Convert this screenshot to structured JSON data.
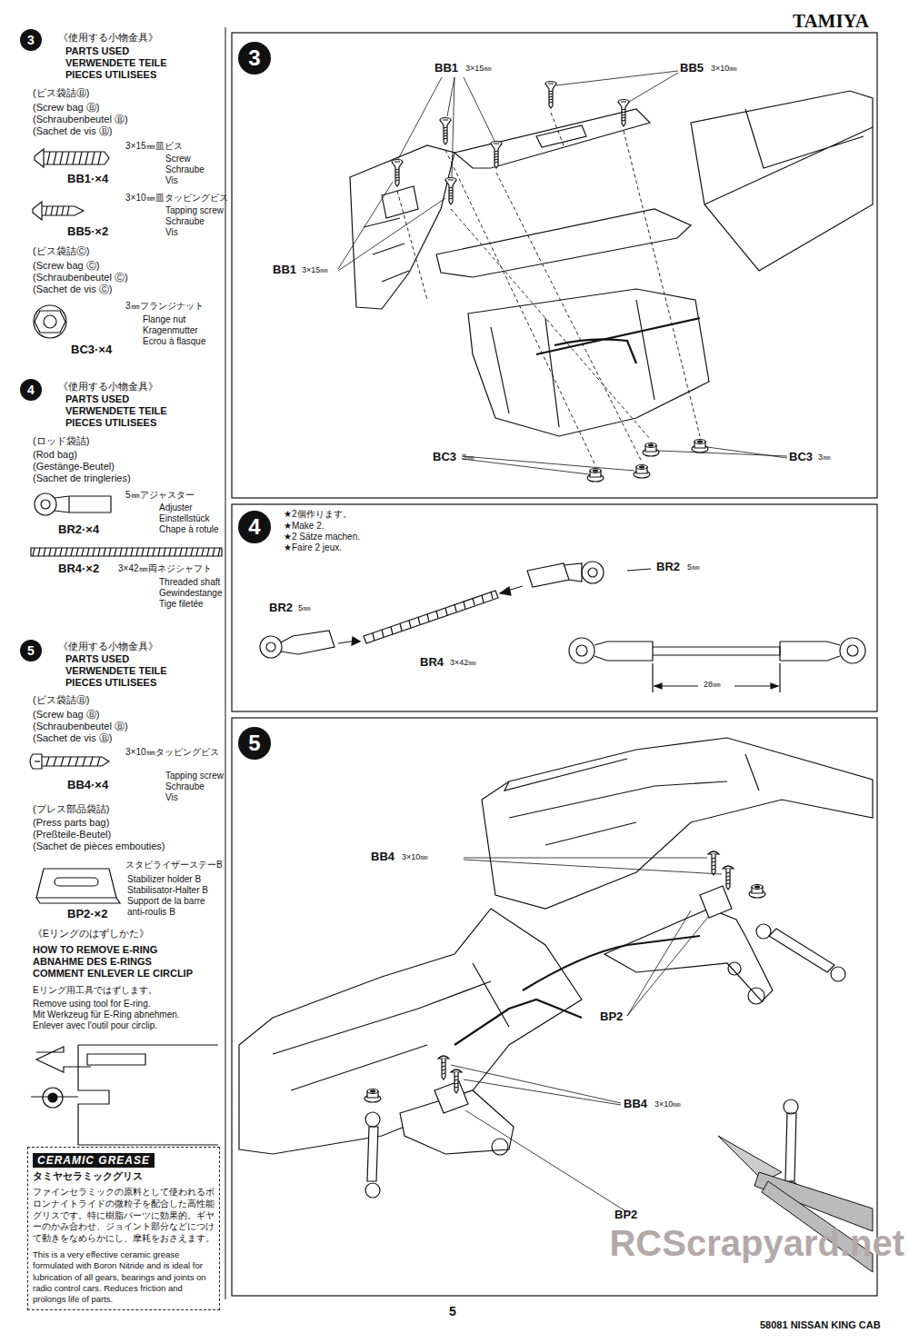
{
  "diagram": {
    "nodes": [
      {
        "text": [
          "3"
        ]
      },
      {
        "text": [
          "4"
        ]
      },
      {
        "text": [
          "5"
        ]
      },
      {
        "text": [
          "3"
        ]
      },
      {
        "text": [
          "4"
        ]
      },
      {
        "text": [
          "5"
        ]
      },
      {
        "text": [
          "CERAMIC GREASE",
          "タミヤセラミックグリス",
          "ファインセラミックの原料として使われるボロンナイトライドの微粒子を配合した高性能グリスです。特に樹脂パーツに効果的。ギヤーのかみ合わせ、ジョイント部分などにつけて動きをなめらかにし、摩耗をおさえます。",
          "This is a very effective ceramic grease formulated with Boron Nitride and is ideal for lubrication of all gears, bearings and joints on radio control cars. Reduces friction and prolongs life of parts."
        ]
      }
    ],
    "labels": [
      "TAMIYA",
      "《使用する小物金具》",
      "PARTS USED",
      "VERWENDETE TEILE",
      "PIECES UTILISEES",
      "(ビス袋詰Ⓑ)",
      "(Screw bag Ⓑ)",
      "(Schraubenbeutel Ⓑ)",
      "(Sachet de vis Ⓑ)",
      "3×15㎜皿ビス",
      "Screw",
      "Schraube",
      "Vis",
      "BB1·×4",
      "3×10㎜皿タッピングビス",
      "Tapping screw",
      "Schraube",
      "Vis",
      "BB5·×2",
      "(ビス袋詰Ⓒ)",
      "(Screw bag Ⓒ)",
      "(Schraubenbeutel Ⓒ)",
      "(Sachet de vis Ⓒ)",
      "3㎜フランジナット",
      "BC3·×4",
      "Flange nut",
      "Kragenmutter",
      "Ecrou à flasque",
      "《使用する小物金具》",
      "PARTS USED",
      "VERWENDETE TEILE",
      "PIECES UTILISEES",
      "(ロッド袋詰)",
      "(Rod bag)",
      "(Gestänge-Beutel)",
      "(Sachet de tringleries)",
      "5㎜アジャスター",
      "Adjuster",
      "Einstellstück",
      "Chape à rotule",
      "BR2·×4",
      "BR4·×2",
      "3×42㎜両ネジシャフト",
      "Threaded shaft",
      "Gewindestange",
      "Tige filetée",
      "《使用する小物金具》",
      "PARTS USED",
      "VERWENDETE TEILE",
      "PIECES UTILISEES",
      "(ビス袋詰Ⓑ)",
      "(Screw bag Ⓑ)",
      "(Schraubenbeutel Ⓑ)",
      "(Sachet de vis Ⓑ)",
      "3×10㎜タッピングビス",
      "Tapping screw",
      "Schraube",
      "Vis",
      "BB4·×4",
      "(プレス部品袋詰)",
      "(Press parts bag)",
      "(Preßteile-Beutel)",
      "(Sachet de pièces embouties)",
      "スタビライザーステーB",
      "Stabilizer holder B",
      "Stabilisator-Halter B",
      "Support de la barre",
      "anti-roulis B",
      "BP2·×2",
      "《Eリングのはずしかた》",
      "HOW TO REMOVE E-RING",
      "ABNAHME DES E-RINGS",
      "COMMENT ENLEVER LE CIRCLIP",
      "Eリング用工具ではずします。",
      "Remove using tool for E-ring.",
      "Mit Werkzeug für E-Ring abnehmen.",
      "Enlever avec l'outil pour circlip.",
      "BB1",
      "3×15㎜",
      "BB5",
      "3×10㎜",
      "BB1",
      "3×15㎜",
      "BC3",
      "3㎜",
      "BC3",
      "3㎜",
      "★2個作ります。",
      "★Make 2.",
      "★2 Sätze machen.",
      "★Faire 2 jeux.",
      "BR2",
      "5㎜",
      "BR2",
      "5㎜",
      "BR4",
      "3×42㎜",
      "28㎜",
      "BB4",
      "3×10㎜",
      "BP2",
      "BB4",
      "3×10㎜",
      "BP2",
      "5",
      "58081 NISSAN KING CAB",
      "RCScrapyard.net"
    ]
  }
}
